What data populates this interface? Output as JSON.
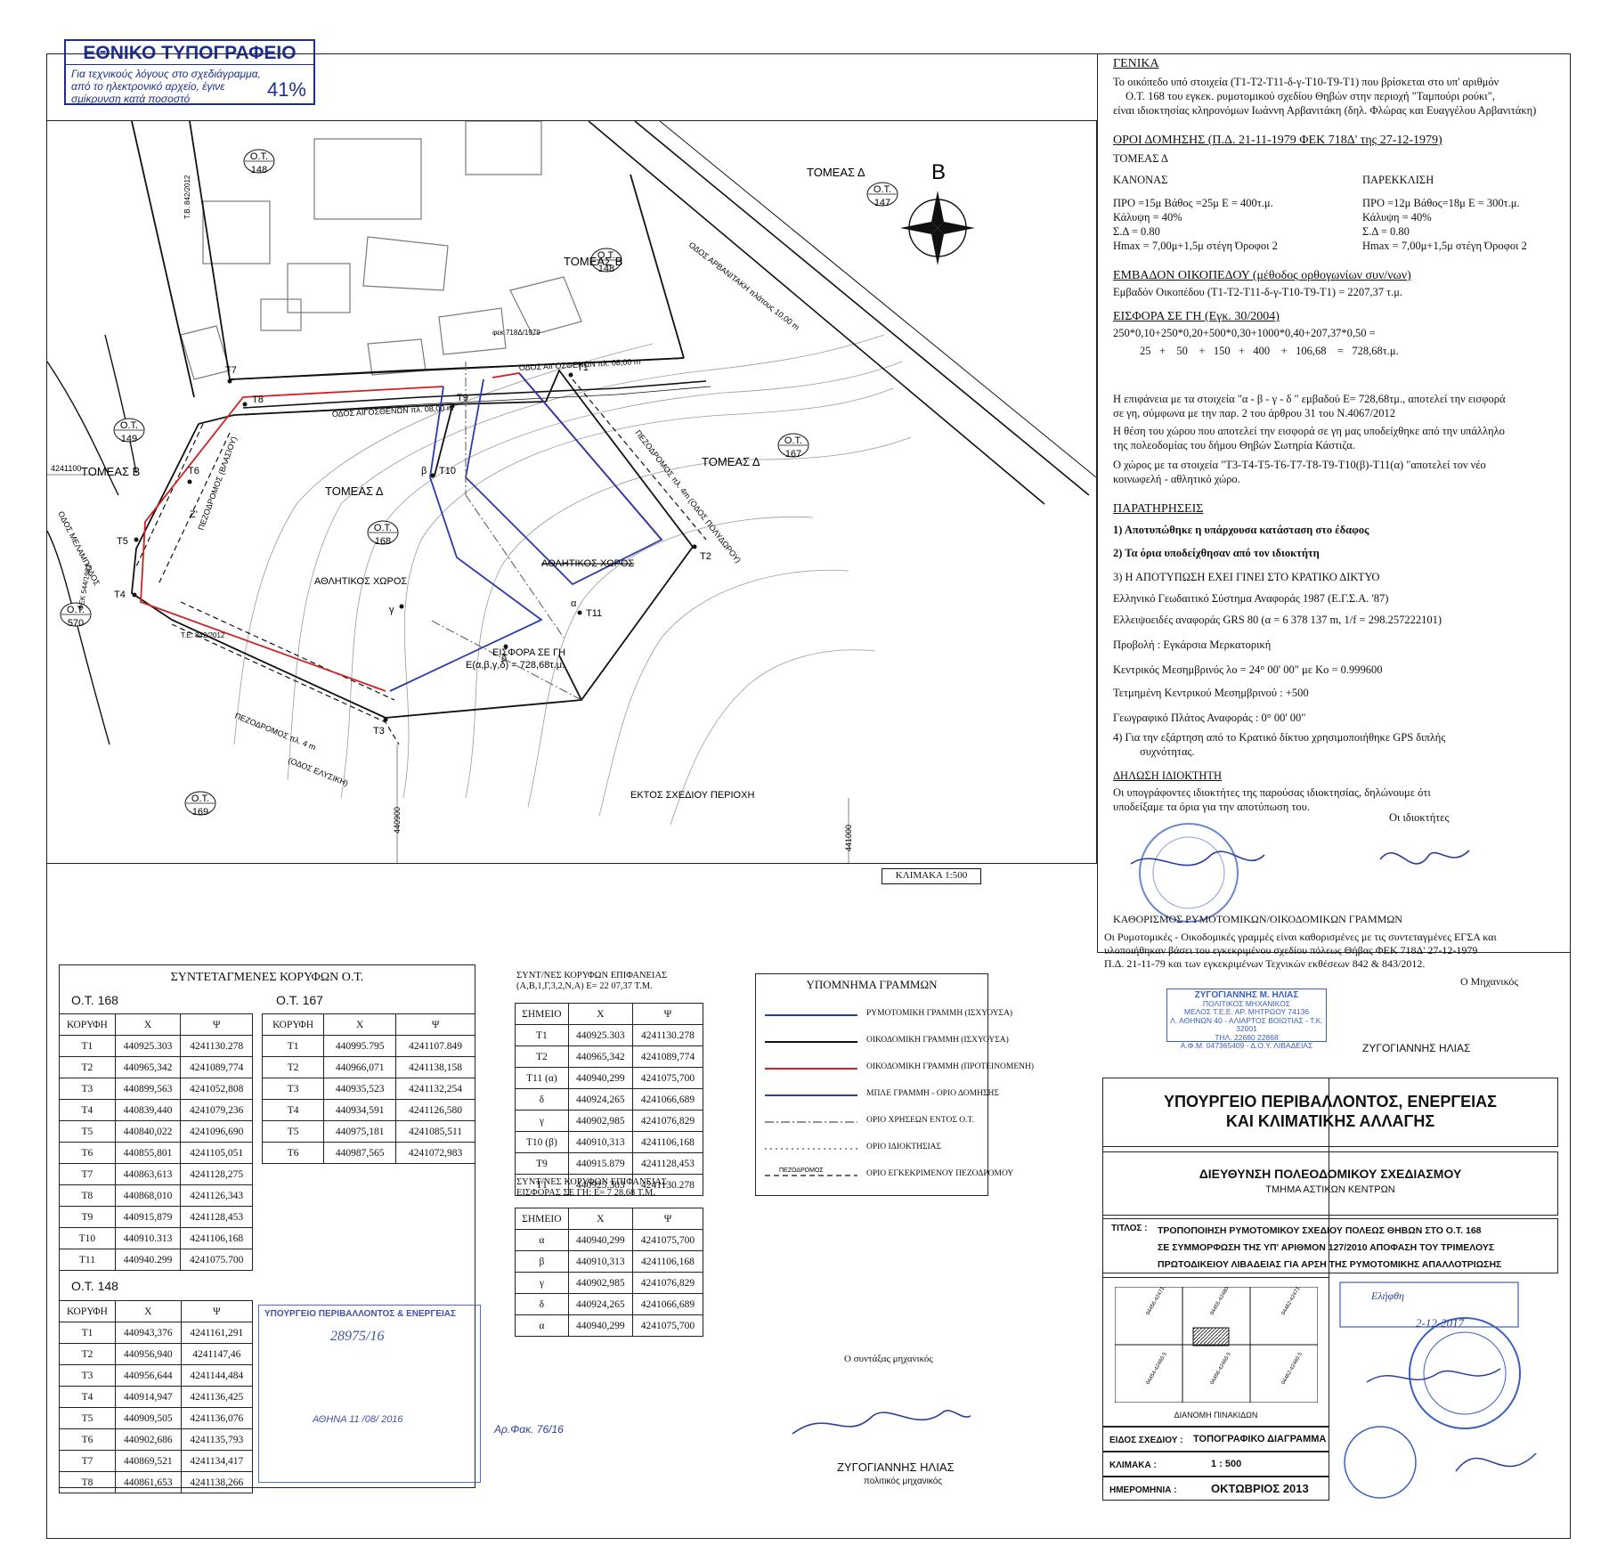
{
  "header": {
    "title": "ΕΘΝΙΚΟ ΤΥΠΟΓΡΑΦΕΙΟ",
    "note_lines": [
      "Για τεχνικούς λόγους στο σχεδιάγραμμα,",
      "από το ηλεκτρονικό αρχείο, έγινε",
      "σμίκρυνση κατά ποσοστό"
    ],
    "percent": "41%"
  },
  "map": {
    "north": "Β",
    "scale_box": "ΚΛΙΜΑΚΑ 1:500",
    "blocks": [
      "148",
      "147",
      "148",
      "149",
      "167",
      "168",
      "570",
      "169"
    ],
    "sectors": [
      "ΤΟΜΕΑΣ Δ",
      "ΤΟΜΕΑΣ Β",
      "ΤΟΜΕΑΣ Β",
      "ΤΟΜΕΑΣ Δ",
      "ΤΟΜΕΑΣ Δ"
    ],
    "roads": [
      "ΟΔΟΣ ΑΙΓΟΣΘΕΝΩΝ πλ. 08,00 m",
      "ΟΔΟΣ ΑΙΓΟΣΘΕΝΩΝ πλ. 08,00 m",
      "ΟΔΟΣ ΑΡΒΑΝΙΤΑΚΗ πλάτους 10,00 m",
      "ΟΔΟΣ ΜΕΛΑΜΠΟΔΟΣ",
      "ΠΕΖΟΔΡΟΜΟΣ (ΒΛΑΣΙΟΥ)",
      "ΠΕΖΟΔΡΟΜΟΣ πλ. 4m (ΟΔΟΣ ΠΟΛΥΔΩΡΟΥ)",
      "ΠΕΖΟΔΡΟΜΟΣ πλ. 4 m",
      "(ΟΔΟΣ ΕΛΥΣΙΚΗ)"
    ],
    "areas": [
      "ΑΘΛΗΤΙΚΟΣ ΧΩΡΟΣ",
      "ΑΘΛΗΤΙΚΟΣ ΧΩΡΟΣ",
      "ΕΙΣΦΟΡΑ ΣΕ ΓΗ",
      "Ε(α,β,γ,δ) = 728,68τ.μ.",
      "ΕΚΤΟΣ ΣΧΕΔΙΟΥ ΠΕΡΙΟΧΗ"
    ],
    "points": [
      "Τ1",
      "Τ2",
      "Τ3",
      "Τ4",
      "Τ5",
      "Τ6",
      "Τ7",
      "Τ8",
      "Τ9",
      "Τ10",
      "Τ11",
      "α",
      "β",
      "γ",
      "δ",
      "Z'"
    ],
    "grid_labels": [
      "4241100",
      "440900",
      "441000"
    ],
    "fek_labels": [
      "Τ.Β. 842/2012",
      "ΦΕΚ 544/1982",
      "Τ.Ε. 842/2012",
      "φεκ 718Δ/1979"
    ]
  },
  "notes": {
    "general_title": "ΓΕΝΙΚΑ",
    "general_lines": [
      "Το οικόπεδο υπό στοιχεία (Τ1-Τ2-Τ11-δ-γ-Τ10-Τ9-Τ1) που βρίσκεται στο υπ' αριθμόν",
      "Ο.Τ. 168 του εγκεκ. ρυμοτομικού σχεδίου Θηβών στην περιοχή \"Ταμπούρι ρούκι\",",
      "είναι ιδιοκτησίας κληρονόμων Ιωάννη Αρβανιτάκη (δηλ. Φλώρας και Ευαγγέλου Αρβανιτάκη)"
    ],
    "building_title": "ΟΡΟΙ ΔΟΜΗΣΗΣ (Π.Δ. 21-11-1979 ΦΕΚ 718Δ' της 27-12-1979)",
    "sector": "ΤΟΜΕΑΣ Δ",
    "rule_head": "ΚΑΝΟΝΑΣ",
    "exception_head": "ΠΑΡΕΚΚΛΙΣΗ",
    "rule_lines": [
      "ΠΡΟ =15μ  Βάθος =25μ   Ε = 400τ.μ.",
      "Κάλυψη = 40%",
      "Σ.Δ = 0.80",
      "Hmax = 7,00μ+1,5μ στέγη  Όροφοι 2"
    ],
    "exception_lines": [
      "ΠΡΟ =12μ  Βάθος=18μ  Ε = 300τ.μ.",
      "Κάλυψη = 40%",
      "Σ.Δ = 0.80",
      "Hmax = 7,00μ+1,5μ στέγη  Όροφοι 2"
    ],
    "area_title": "ΕΜΒΑΔΟΝ ΟΙΚΟΠΕΔΟΥ  (μέθοδος ορθογωνίων συν/νων)",
    "area_line": "Εμβαδόν Οικοπέδου (Τ1-Τ2-Τ11-δ-γ-Τ10-Τ9-Τ1) = 2207,37 τ.μ.",
    "contrib_title": "ΕΙΣΦΟΡΑ ΣΕ ΓΗ (Εγκ. 30/2004)",
    "contrib_formula": "250*0,10+250*0,20+500*0,30+1000*0,40+207,37*0,50 =",
    "contrib_sum": "25   +    50    +   150   +   400    +   106,68    =   728,68τ.μ.",
    "contrib_lines": [
      "Η επιφάνεια με τα στοιχεία \"α - β - γ - δ \" εμβαδού Ε= 728,68τμ., αποτελεί την εισφορά",
      "σε γη, σύμφωνα με την παρ. 2 του άρθρου 31 του Ν.4067/2012",
      "Η θέση του χώρου που αποτελεί την εισφορά σε γη μας υποδείχθηκε από την υπάλληλο",
      "της πολεοδομίας του δήμου Θηβών Σωτηρία Κάστιζα.",
      "Ο χώρος με τα στοιχεία \"Τ3-Τ4-Τ5-Τ6-Τ7-Τ8-Τ9-Τ10(β)-Τ11(α) \"αποτελεί τον νέο",
      "κοινωφελή - αθλητικό χώρο."
    ],
    "remarks_title": "ΠΑΡΑΤΗΡΗΣΕΙΣ",
    "remarks_bold": [
      "1) Αποτυπώθηκε η υπάρχουσα κατάσταση στο έδαφος",
      "2) Τα όρια υποδείχθησαν από τον ιδιοκτήτη"
    ],
    "remarks_lines": [
      "3) Η ΑΠΟΤΥΠΩΣΗ ΕΧΕΙ ΓΙΝΕΙ ΣΤΟ ΚΡΑΤΙΚΟ ΔΙΚΤΥΟ",
      "Ελληνικό Γεωδαιτικό Σύστημα Αναφοράς 1987 (Ε.Γ.Σ.Α. '87)",
      "Ελλειψοειδές αναφοράς GRS 80 (α = 6 378 137 m, 1/f = 298.257222101)",
      "Προβολή : Εγκάρσια Μερκατορική",
      "Κεντρικός Μεσημβρινός λο = 24° 00' 00\" με Κο = 0.999600",
      "Τετμημένη Κεντρικού Μεσημβρινού : +500",
      "Γεωγραφικό Πλάτος Αναφοράς : 0° 00' 00\"",
      "4) Για την εξάρτηση από το Κρατικό δίκτυο χρησιμοποιήθηκε GPS διπλής",
      "συχνότητας."
    ],
    "owner_title": "ΔΗΛΩΣΗ ΙΔΙΟΚΤΗΤΗ",
    "owner_lines": [
      "Οι υπογράφοντες ιδιοκτήτες της παρούσας ιδιοκτησίας, δηλώνουμε ότι",
      "υποδείξαμε τα όρια για την αποτύπωση του."
    ],
    "owners_sign": "Οι ιδιοκτήτες",
    "lines_title": "ΚΑΘΟΡΙΣΜΟΣ ΡΥΜΟΤΟΜΙΚΩΝ/ΟΙΚΟΔΟΜΙΚΩΝ ΓΡΑΜΜΩΝ",
    "lines_lines": [
      "Οι Ρυμοτομικές - Οικοδομικές γραμμές είναι καθορισμένες με τις συντεταγμένες ΕΓΣΑ και",
      "υλοποιήθηκαν βάσει του εγκεκριμένου σχεδίου πόλεως Θήβας ΦΕΚ 718Δ' 27-12-1979",
      "Π.Δ. 21-11-79 και των εγκεκριμένων Τεχνικών εκθέσεων  842 & 843/2012."
    ],
    "engineer_label": "Ο Μηχανικός",
    "engineer_name": "ΖΥΓΟΓΙΑΝΝΗΣ ΗΛΙΑΣ",
    "stamp_lines": [
      "ΖΥΓΟΓΙΑΝΝΗΣ Μ. ΗΛΙΑΣ",
      "ΠΟΛΙΤΙΚΟΣ ΜΗΧΑΝΙΚΟΣ",
      "ΜΕΛΟΣ Τ.Ε.Ε.    ΑΡ. ΜΗΤΡΩΟΥ 74136",
      "Λ. ΑΘΗΝΩΝ 40 - ΑΛΙΑΡΤΟΣ ΒΟΙΩΤΙΑΣ - Τ.Κ. 32001",
      "ΤΗΛ. 22680 22868",
      "Α.Φ.Μ. 047365409 - Δ.Ο.Υ. ΛΙΒΑΔΕΙΑΣ"
    ]
  },
  "coords": {
    "title": "ΣΥΝΤΕΤΑΓΜΕΝΕΣ ΚΟΡΥΦΩΝ Ο.Τ.",
    "headers": [
      "ΚΟΡΥΦΗ",
      "Χ",
      "Ψ"
    ],
    "ot168": {
      "label": "Ο.Τ. 168",
      "rows": [
        [
          "Τ1",
          "440925.303",
          "4241130.278"
        ],
        [
          "Τ2",
          "440965,342",
          "4241089,774"
        ],
        [
          "Τ3",
          "440899,563",
          "4241052,808"
        ],
        [
          "Τ4",
          "440839,440",
          "4241079,236"
        ],
        [
          "Τ5",
          "440840,022",
          "4241096,690"
        ],
        [
          "Τ6",
          "440855,801",
          "4241105,051"
        ],
        [
          "Τ7",
          "440863,613",
          "4241128,275"
        ],
        [
          "Τ8",
          "440868,010",
          "4241126,343"
        ],
        [
          "Τ9",
          "440915,879",
          "4241128,453"
        ],
        [
          "Τ10",
          "440910.313",
          "4241106,168"
        ],
        [
          "Τ11",
          "440940.299",
          "4241075.700"
        ]
      ]
    },
    "ot148": {
      "label": "Ο.Τ. 148",
      "rows": [
        [
          "Τ1",
          "440943,376",
          "4241161,291"
        ],
        [
          "Τ2",
          "440956,940",
          "4241147,46"
        ],
        [
          "Τ3",
          "440956,644",
          "4241144,484"
        ],
        [
          "Τ4",
          "440914,947",
          "4241136,425"
        ],
        [
          "Τ5",
          "440909,505",
          "4241136,076"
        ],
        [
          "Τ6",
          "440902,686",
          "4241135,793"
        ],
        [
          "Τ7",
          "440869,521",
          "4241134,417"
        ],
        [
          "Τ8",
          "440861,653",
          "4241138,266"
        ]
      ]
    },
    "ot167": {
      "label": "Ο.Τ. 167",
      "rows": [
        [
          "Τ1",
          "440995.795",
          "4241107.849"
        ],
        [
          "Τ2",
          "440966,071",
          "4241138,158"
        ],
        [
          "Τ3",
          "440935,523",
          "4241132,254"
        ],
        [
          "Τ4",
          "440934,591",
          "4241126,580"
        ],
        [
          "Τ5",
          "440975,181",
          "4241085,511"
        ],
        [
          "Τ6",
          "440987,565",
          "4241072,983"
        ]
      ]
    }
  },
  "surface": {
    "title_lines": [
      "ΣΥΝΤ/ΝΕΣ ΚΟΡΥΦΩΝ  ΕΠΙΦΑΝΕΙΑΣ",
      "(Α,Β,1,Γ,3,2,Ν,Α) Ε= 22 07,37 Τ.Μ."
    ],
    "headers": [
      "ΣΗΜΕΙΟ",
      "Χ",
      "Ψ"
    ],
    "rows": [
      [
        "Τ1",
        "440925.303",
        "4241130.278"
      ],
      [
        "Τ2",
        "440965,342",
        "4241089,774"
      ],
      [
        "Τ11 (α)",
        "440940,299",
        "4241075,700"
      ],
      [
        "δ",
        "440924,265",
        "4241066,689"
      ],
      [
        "γ",
        "440902,985",
        "4241076,829"
      ],
      [
        "Τ10 (β)",
        "440910,313",
        "4241106,168"
      ],
      [
        "Τ9",
        "440915.879",
        "4241128,453"
      ],
      [
        "Τ1",
        "440925.303",
        "4241130.278"
      ]
    ],
    "title2_lines": [
      "ΣΥΝΤ/ΝΕΣ ΚΟΡΥΦΩΝ  ΕΠΙΦΑΝΕΙΑΣ",
      "ΕΙΣΦΟΡΑΣ ΣΕ ΓΗ: Ε= 7 28,68 Τ.Μ."
    ],
    "rows2": [
      [
        "α",
        "440940,299",
        "4241075,700"
      ],
      [
        "β",
        "440910,313",
        "4241106,168"
      ],
      [
        "γ",
        "440902,985",
        "4241076,829"
      ],
      [
        "δ",
        "440924,265",
        "4241066,689"
      ],
      [
        "α",
        "440940,299",
        "4241075,700"
      ]
    ]
  },
  "legend": {
    "title": "ΥΠΟΜΝΗΜΑ ΓΡΑΜΜΩΝ",
    "items": [
      {
        "label": "ΡΥΜΟΤΟΜΙΚΗ ΓΡΑΜΜΗ (ΙΣΧΥΟΥΣΑ)",
        "color": "#2a3aa8",
        "style": "solid"
      },
      {
        "label": "ΟΙΚΟΔΟΜΙΚΗ ΓΡΑΜΜΗ (ΙΣΧΥΟΥΣΑ)",
        "color": "#111111",
        "style": "solid"
      },
      {
        "label": "ΟΙΚΟΔΟΜΙΚΗ ΓΡΑΜΜΗ (ΠΡΟΤΕΙΝΟΜΕΝΗ)",
        "color": "#d22020",
        "style": "solid"
      },
      {
        "label": "ΜΠΛΕ ΓΡΑΜΜΗ - ΟΡΙΟ ΔΟΜΗΣΗΣ",
        "color": "#2a3aa8",
        "style": "solid"
      },
      {
        "label": "ΟΡΙΟ ΧΡΗΣΕΩΝ ΕΝΤΟΣ Ο.Τ.",
        "color": "#555555",
        "style": "dashdot"
      },
      {
        "label": "ΟΡΙΟ ΙΔΙΟΚΤΗΣΙΑΣ",
        "color": "#555555",
        "style": "dotted"
      },
      {
        "label": "ΟΡΙΟ ΕΓΚΕΚΡΙΜΕΝΟΥ ΠΕΖΟΔΡΟΜΟΥ",
        "color": "#111111",
        "style": "dashed"
      }
    ],
    "pezodromos": "ΠΕΖΟΔΡΟΜΟΣ"
  },
  "engineer": {
    "title": "Ο συντάξας μηχανικός",
    "name": "ΖΥΓΟΓΙΑΝΝΗΣ ΗΛΙΑΣ",
    "role": "πολιτικός μηχανικός"
  },
  "title_block": {
    "ministry": [
      "ΥΠΟΥΡΓΕΙΟ ΠΕΡΙΒΑΛΛΟΝΤΟΣ, ΕΝΕΡΓΕΙΑΣ",
      "ΚΑΙ  ΚΛΙΜΑΤΙΚΗΣ ΑΛΛΑΓΗΣ"
    ],
    "directorate": "ΔΙΕΥΘΥΝΣΗ ΠΟΛΕΟΔΟΜΙΚΟΥ ΣΧΕΔΙΑΣΜΟΥ",
    "department": "ΤΜΗΜΑ ΑΣΤΙΚΩΝ ΚΕΝΤΡΩΝ",
    "title_label": "ΤΙΤΛΟΣ :",
    "title_lines": [
      "ΤΡΟΠΟΠΟΙΗΣΗ ΡΥΜΟΤΟΜΙΚΟΥ ΣΧΕΔΙΟΥ ΠΟΛΕΩΣ ΘΗΒΩΝ ΣΤΟ Ο.Τ. 168",
      "ΣΕ ΣΥΜΜΟΡΦΩΣΗ ΤΗΣ ΥΠ' ΑΡΙΘΜΟΝ 127/2010 ΑΠΟΦΑΣΗ ΤΟΥ ΤΡΙΜΕΛΟΥΣ",
      "ΠΡΩΤΟΔΙΚΕΙΟΥ ΛΙΒΑΔΕΙΑΣ ΓΙΑ ΑΡΣΗ ΤΗΣ ΡΥΜΟΤΟΜΙΚΗΣ ΑΠΑΛΛΟΤΡΙΩΣΗΣ"
    ],
    "distribution": "ΔΙΑΝΟΜΗ ΠΙΝΑΚΙΔΩΝ",
    "sheet_ids": [
      "04456-42471.5",
      "04455-42480.5",
      "04462-42471.5",
      "04454-42460.5",
      "04456-42460.5",
      "04462-42460.5"
    ],
    "type_label": "ΕΙΔΟΣ ΣΧΕΔΙΟΥ :",
    "type_value": "ΤΟΠΟΓΡΑΦΙΚΟ ΔΙΑΓΡΑΜΜΑ",
    "scale_label": "ΚΛΙΜΑΚΑ :",
    "scale_value": "1 : 500",
    "date_label": "ΗΜΕΡΟΜΗΝΙΑ :",
    "date_value": "ΟΚΤΩΒΡΙΟΣ 2013"
  },
  "stamps": {
    "approval_stamp": "ΥΠΟΥΡΓΕΙΟ ΠΕΡΙΒΑΛΛΟΝΤΟΣ & ΕΝΕΡΓΕΙΑΣ",
    "approval_num": "28975/16",
    "approval_ref": "Αρ.Φακ. 76/16",
    "approval_date": "ΑΘΗΝΑ 11 /08/ 2016",
    "dept_stamp": "ΠΟΛΙΤΙΚΟΣ ΜΗΧΑΝΙΚΟΣ",
    "received": "Ελήφθη",
    "received_date": "2-12-2017"
  },
  "colors": {
    "ink": "#111111",
    "red": "#d22020",
    "blue": "#2a3aa8",
    "stamp_blue": "#1c2f8f",
    "gray": "#888888"
  }
}
